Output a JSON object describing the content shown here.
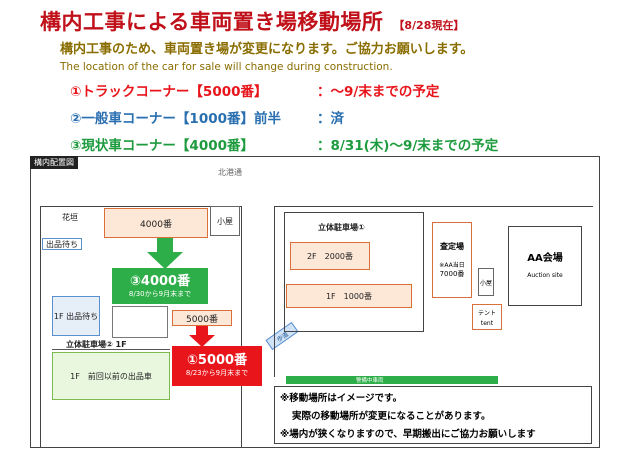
{
  "header": {
    "title": "構内工事による車両置き場移動場所",
    "date": "【8/28現在】",
    "subtitle_jp": "構内工事のため、車両置き場が変更になります。ご協力お願いします。",
    "subtitle_en": "The location of the car for sale will change during construction."
  },
  "schedule": [
    {
      "label": "①トラックコーナー【5000番】",
      "status": "：～9/末までの予定",
      "color": "#e8151b"
    },
    {
      "label": "②一般車コーナー【1000番】前半",
      "status": "：済",
      "color": "#2a6fb0"
    },
    {
      "label": "③現状車コーナー【4000番】",
      "status": "：8/31(木)～9/末までの予定",
      "color": "#1e9b3e"
    }
  ],
  "map": {
    "title": "構内配置図",
    "road_label": "北港通",
    "hanagaki": "花垣",
    "koya1": "小屋",
    "shuppin_machi": "出品待ち",
    "block_4000": "4000番",
    "new_4000_title": "③4000番",
    "new_4000_sub": "8/30から9月末まで",
    "shuppin_1f": "1F 出品待ち",
    "block_5000": "5000番",
    "parking_left": "立体駐車場② 1F",
    "left_lot": "1F　前回以前の出品車",
    "new_5000_title": "①5000番",
    "new_5000_sub": "8/23から9月末まで",
    "parking_right": "立体駐車場①",
    "floor_2f": "2F　2000番",
    "floor_1f": "1F　1000番",
    "satei": "査定場",
    "satei_sub1": "※AA当日",
    "satei_sub2": "7000番",
    "koya2": "小屋",
    "tent1": "テント",
    "tent2": "tent",
    "aa_title": "AA会場",
    "aa_sub": "Auction site",
    "walkway": "歩道",
    "construction": "警備中車両",
    "notes": [
      "※移動場所はイメージです。",
      "実際の移動場所が変更になることがあります。",
      "※場内が狭くなりますので、早期搬出にご協力お願いします"
    ]
  },
  "colors": {
    "red": "#e8151b",
    "green": "#1e9b3e",
    "orange": "#d9703c",
    "blue": "#2a6fb0"
  }
}
